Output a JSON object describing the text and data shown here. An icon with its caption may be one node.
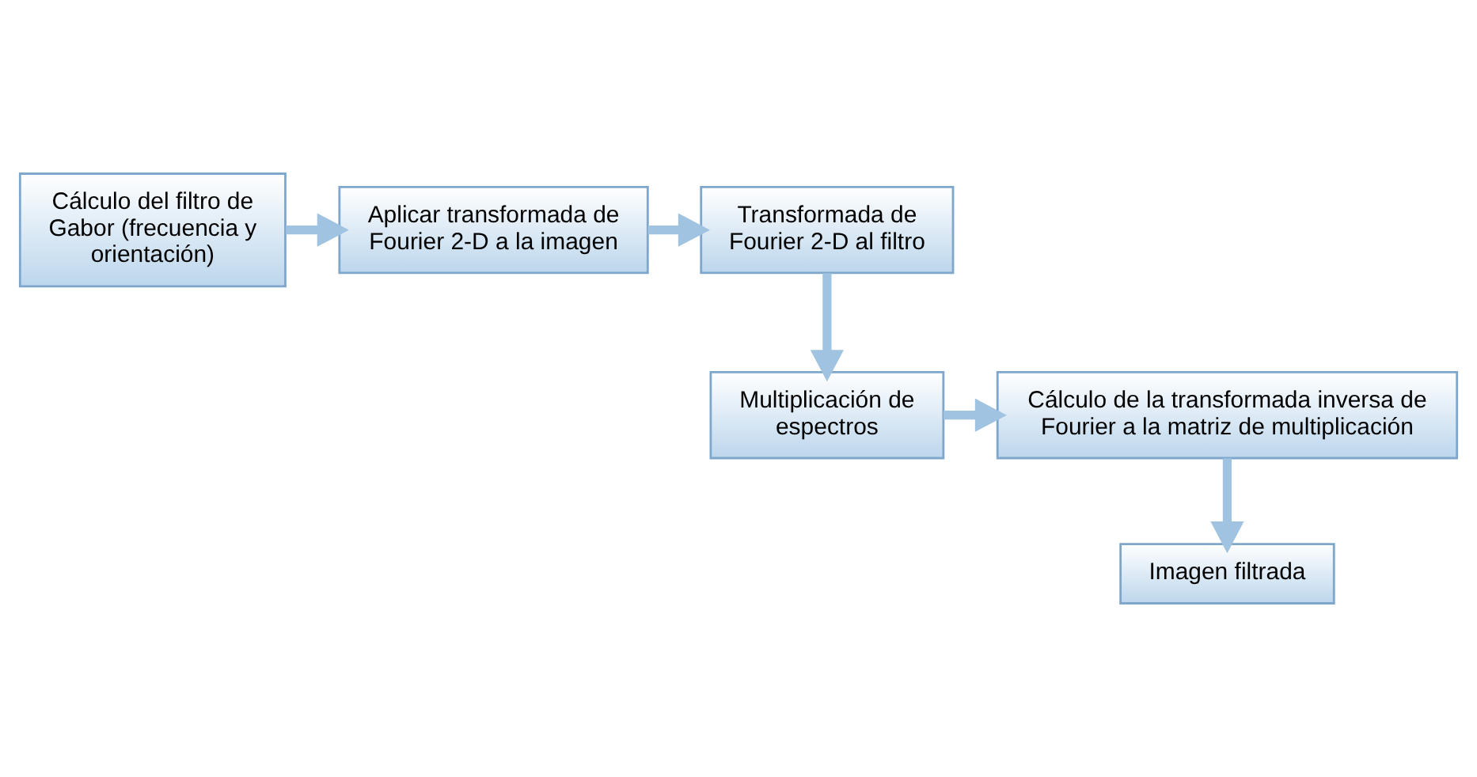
{
  "diagram": {
    "nodes": [
      {
        "text": [
          "Cálculo del filtro de Gabor (frecuencia y orientación)"
        ]
      },
      {
        "text": [
          "Aplicar transformada de Fourier 2-D a la imagen"
        ]
      },
      {
        "text": [
          "Transformada de Fourier 2-D al filtro"
        ]
      },
      {
        "text": [
          "Cálculo de la transformada inversa de Fourier a la matriz de multiplicación"
        ]
      },
      {
        "text": [
          "Multiplicación de espectros"
        ]
      },
      {
        "text": [
          "Imagen filtrada"
        ]
      }
    ],
    "edges": [
      {
        "from": 0,
        "to": 1,
        "arrow": "to"
      },
      {
        "from": 1,
        "to": 2,
        "arrow": "to"
      },
      {
        "from": 2,
        "to": 4,
        "arrow": "to"
      },
      {
        "from": 4,
        "to": 3,
        "arrow": "to"
      },
      {
        "from": 3,
        "to": 5,
        "arrow": "to"
      }
    ]
  }
}
